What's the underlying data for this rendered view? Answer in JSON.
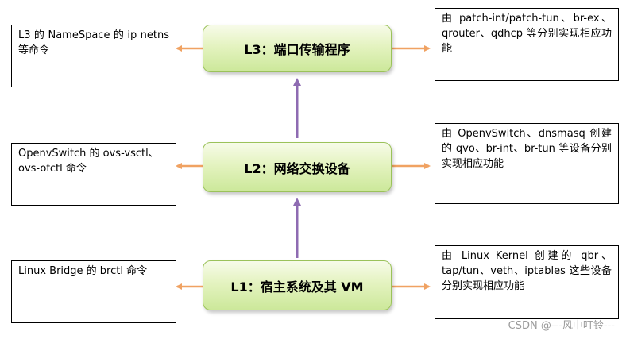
{
  "levels": {
    "l3": {
      "label": "L3：端口传输程序"
    },
    "l2": {
      "label": "L2：网络交换设备"
    },
    "l1": {
      "label": "L1：宿主系统及其 VM"
    }
  },
  "left_notes": {
    "l3": "L3 的 NameSpace 的 ip netns 等命令",
    "l2": "OpenvSwitch 的 ovs-vsctl、ovs-ofctl 命令",
    "l1": "Linux Bridge 的 brctl 命令"
  },
  "right_notes": {
    "l3": "由 patch-int/patch-tun、br-ex、qrouter、qdhcp 等分别实现相应功能",
    "l2": "由 OpenvSwitch、dnsmasq 创建的 qvo、br-int、br-tun 等设备分别实现相应功能",
    "l1": "由 Linux Kernel 创建的 qbr、tap/tun、veth、iptables 这些设备分别实现相应功能"
  },
  "watermark": "CSDN @---风中叮铃---",
  "colors": {
    "horizontal_arrow": "#f0a262",
    "vertical_arrow": "#8e6bb2",
    "level_fill_top": "#f7fbe9",
    "level_fill_bottom": "#cce89a",
    "level_border": "#9bc25a"
  }
}
